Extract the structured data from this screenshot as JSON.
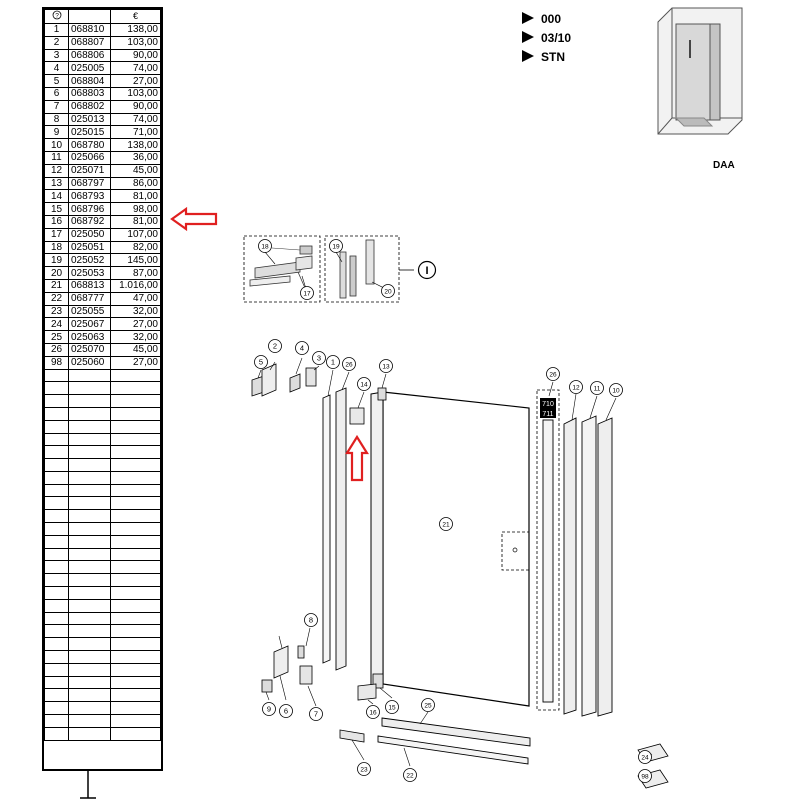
{
  "parts_table": {
    "header": {
      "icon": "question-mark-circle-icon",
      "price_label": "€"
    },
    "rows": [
      {
        "pos": "1",
        "code": "068810",
        "price": "138,00"
      },
      {
        "pos": "2",
        "code": "068807",
        "price": "103,00"
      },
      {
        "pos": "3",
        "code": "068806",
        "price": "90,00"
      },
      {
        "pos": "4",
        "code": "025005",
        "price": "74,00"
      },
      {
        "pos": "5",
        "code": "068804",
        "price": "27,00"
      },
      {
        "pos": "6",
        "code": "068803",
        "price": "103,00"
      },
      {
        "pos": "7",
        "code": "068802",
        "price": "90,00"
      },
      {
        "pos": "8",
        "code": "025013",
        "price": "74,00"
      },
      {
        "pos": "9",
        "code": "025015",
        "price": "71,00"
      },
      {
        "pos": "10",
        "code": "068780",
        "price": "138,00"
      },
      {
        "pos": "11",
        "code": "025066",
        "price": "36,00"
      },
      {
        "pos": "12",
        "code": "025071",
        "price": "45,00"
      },
      {
        "pos": "13",
        "code": "068797",
        "price": "86,00"
      },
      {
        "pos": "14",
        "code": "068793",
        "price": "81,00"
      },
      {
        "pos": "15",
        "code": "068796",
        "price": "98,00"
      },
      {
        "pos": "16",
        "code": "068792",
        "price": "81,00"
      },
      {
        "pos": "17",
        "code": "025050",
        "price": "107,00"
      },
      {
        "pos": "18",
        "code": "025051",
        "price": "82,00"
      },
      {
        "pos": "19",
        "code": "025052",
        "price": "145,00"
      },
      {
        "pos": "20",
        "code": "025053",
        "price": "87,00"
      },
      {
        "pos": "21",
        "code": "068813",
        "price": "1.016,00"
      },
      {
        "pos": "22",
        "code": "068777",
        "price": "47,00"
      },
      {
        "pos": "23",
        "code": "025055",
        "price": "32,00"
      },
      {
        "pos": "24",
        "code": "025067",
        "price": "27,00"
      },
      {
        "pos": "25",
        "code": "025063",
        "price": "32,00"
      },
      {
        "pos": "26",
        "code": "025070",
        "price": "45,00"
      },
      {
        "pos": "98",
        "code": "025060",
        "price": "27,00"
      }
    ],
    "empty_rows": 29
  },
  "info": {
    "lines": [
      "000",
      "03/10",
      "STN"
    ],
    "marker_icon": "play-triangle-icon"
  },
  "thumbnail": {
    "label": "DAA"
  },
  "drawing": {
    "detail_marker": "I",
    "profile_labels": [
      "710",
      "711"
    ],
    "callouts": [
      "1",
      "2",
      "3",
      "4",
      "5",
      "6",
      "7",
      "8",
      "9",
      "10",
      "11",
      "12",
      "13",
      "14",
      "15",
      "16",
      "17",
      "18",
      "19",
      "20",
      "21",
      "22",
      "23",
      "24",
      "25",
      "26",
      "26",
      "98"
    ],
    "highlight_color": "#e02020"
  }
}
